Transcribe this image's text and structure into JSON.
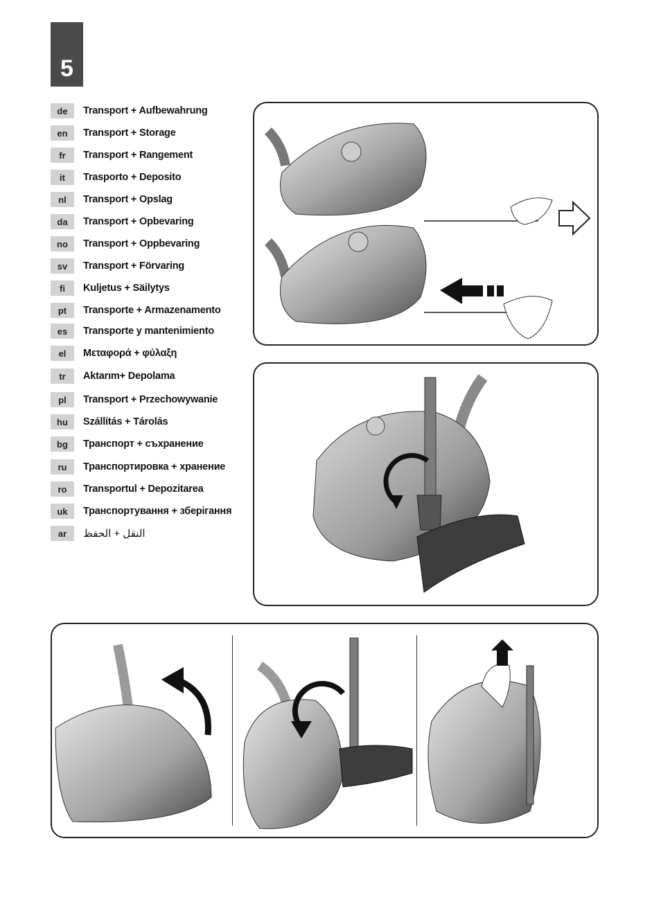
{
  "page": {
    "number": "5"
  },
  "languages": [
    {
      "code": "de",
      "title": "Transport + Aufbewahrung"
    },
    {
      "code": "en",
      "title": "Transport + Storage"
    },
    {
      "code": "fr",
      "title": "Transport + Rangement"
    },
    {
      "code": "it",
      "title": "Trasporto + Deposito"
    },
    {
      "code": "nl",
      "title": "Transport + Opslag"
    },
    {
      "code": "da",
      "title": "Transport + Opbevaring"
    },
    {
      "code": "no",
      "title": "Transport + Oppbevaring"
    },
    {
      "code": "sv",
      "title": "Transport + Förvaring"
    },
    {
      "code": "fi",
      "title": "Kuljetus + Säilytys"
    },
    {
      "code": "pt",
      "title": "Transporte + Armazenamento"
    },
    {
      "code": "es",
      "title": "Transporte y mantenimiento"
    },
    {
      "code": "el",
      "title": "Μεταφορά + φύλαξη"
    },
    {
      "code": "tr",
      "title": "Aktarım+ Depolama"
    },
    {
      "code": "pl",
      "title": "Transport + Przechowywanie"
    },
    {
      "code": "hu",
      "title": "Szállítás + Tárolás"
    },
    {
      "code": "bg",
      "title": "Транспорт + съхранение"
    },
    {
      "code": "ru",
      "title": "Транспортировка + хранение"
    },
    {
      "code": "ro",
      "title": "Transportul + Depozitarea"
    },
    {
      "code": "uk",
      "title": "Транспортування + зберігання"
    },
    {
      "code": "ar",
      "title": "النقل + الحفظ"
    }
  ],
  "illustrations": [
    {
      "name": "cord-rewind-illustration",
      "icons": [
        "arrow-outline-right-icon",
        "arrow-dashed-left-icon"
      ]
    },
    {
      "name": "parking-position-illustration",
      "icons": [
        "curved-arrow-icon"
      ]
    },
    {
      "name": "storage-steps-illustration",
      "icons": [
        "curved-arrow-icon",
        "curved-arrow-icon",
        "arrow-up-icon"
      ]
    }
  ],
  "colors": {
    "page_number_bg": "#4a4a4a",
    "lang_code_bg": "#d2d2d2",
    "frame": "#222222"
  }
}
